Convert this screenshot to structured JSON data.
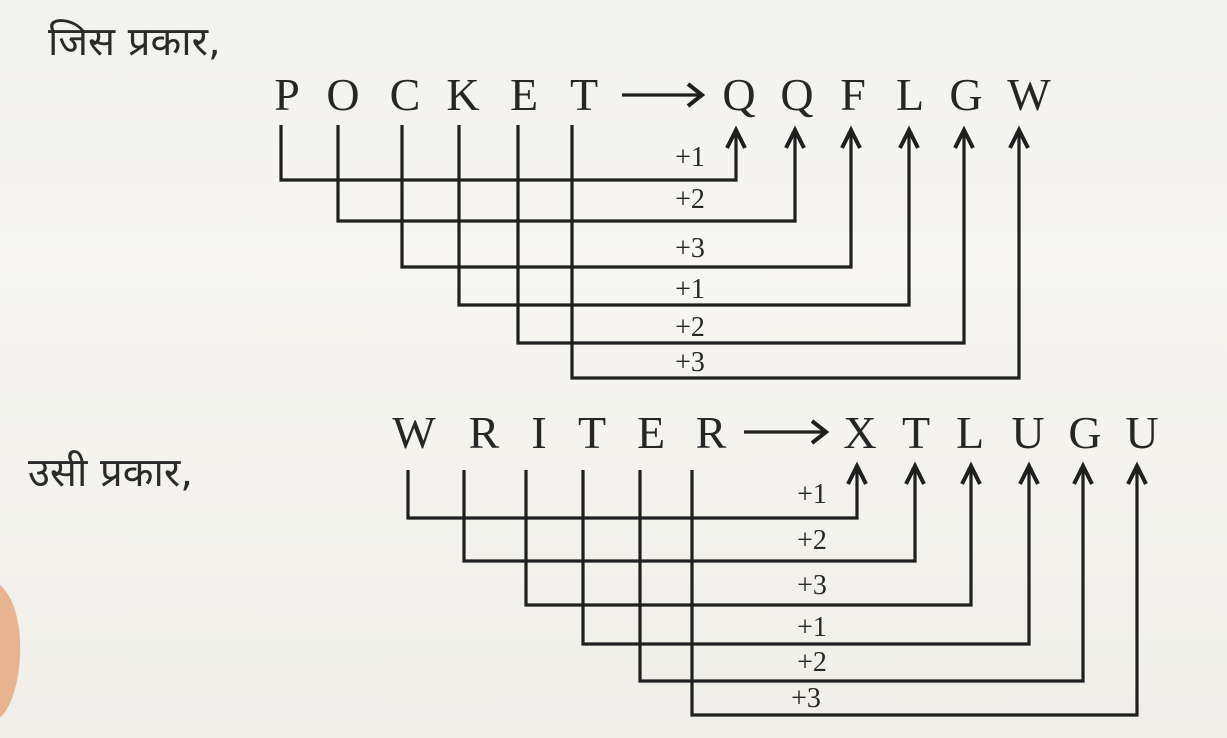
{
  "captions": {
    "example_intro": "जिस प्रकार,",
    "same_way": "उसी प्रकार,"
  },
  "examples": [
    {
      "source_word": [
        "P",
        "O",
        "C",
        "K",
        "E",
        "T"
      ],
      "result_word": [
        "Q",
        "Q",
        "F",
        "L",
        "G",
        "W"
      ],
      "shifts": [
        "+1",
        "+2",
        "+3",
        "+1",
        "+2",
        "+3"
      ]
    },
    {
      "source_word": [
        "W",
        "R",
        "I",
        "T",
        "E",
        "R"
      ],
      "result_word": [
        "X",
        "T",
        "L",
        "U",
        "G",
        "U"
      ],
      "shifts": [
        "+1",
        "+2",
        "+3",
        "+1",
        "+2",
        "+3"
      ]
    }
  ],
  "colors": {
    "ink": "#1f1f1f",
    "paper": "#f3f2ee"
  }
}
